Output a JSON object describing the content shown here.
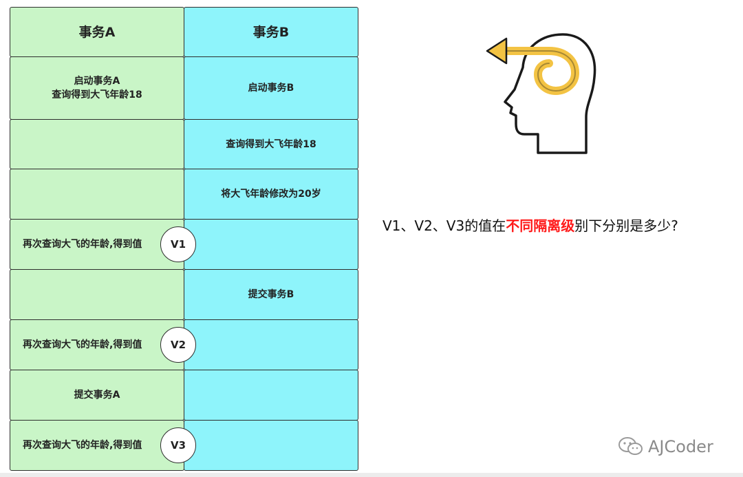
{
  "columns": {
    "a": "事务A",
    "b": "事务B"
  },
  "rows": [
    {
      "a": "启动事务A\n查询得到大飞年龄18",
      "b": "启动事务B"
    },
    {
      "a": "",
      "b": "查询得到大飞年龄18"
    },
    {
      "a": "",
      "b": "将大飞年龄修改为20岁"
    },
    {
      "a": "再次查询大飞的年龄,得到值",
      "b": "",
      "badge": "V1"
    },
    {
      "a": "",
      "b": "提交事务B"
    },
    {
      "a": "再次查询大飞的年龄,得到值",
      "b": "",
      "badge": "V2"
    },
    {
      "a": "提交事务A",
      "b": ""
    },
    {
      "a": "再次查询大飞的年龄,得到值",
      "b": "",
      "badge": "V3"
    }
  ],
  "question": {
    "prefix": "V1、V2、V3的值在",
    "highlight": "不同隔离级",
    "suffix": "别下分别是多少?"
  },
  "watermark": "AJCoder",
  "colors": {
    "col_a": "#c9f5c7",
    "col_b": "#8ef4fb",
    "highlight": "#ff1a1a",
    "icon_accent": "#f3c343"
  },
  "icon": "head-thinking-icon"
}
